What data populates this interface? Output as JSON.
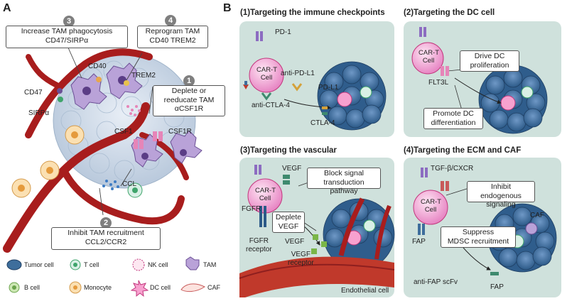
{
  "panel_a": {
    "letter": "A",
    "step1": {
      "num": "1",
      "line1": "Deplete or",
      "line2": "reeducate TAM",
      "line3": "αCSF1R"
    },
    "step2": {
      "num": "2",
      "line1": "Inhibit TAM recruitment",
      "line2": "CCL2/CCR2"
    },
    "step3": {
      "num": "3",
      "line1": "Increase TAM phagocytosis",
      "line2": "CD47/SIRPα"
    },
    "step4": {
      "num": "4",
      "line1": "Reprogram TAM",
      "line2": "CD40   TREM2"
    },
    "labels": {
      "cd40": "CD40",
      "trem2": "TREM2",
      "cd47": "CD47",
      "sirpa": "SIRPα",
      "csf1": "CSF1",
      "csf1r": "CSF1R",
      "ccl": "CCL"
    }
  },
  "legend": [
    {
      "label": "Tumor cell",
      "icon": "tumor-cell-icon"
    },
    {
      "label": "T cell",
      "icon": "t-cell-icon"
    },
    {
      "label": "NK cell",
      "icon": "nk-cell-icon"
    },
    {
      "label": "TAM",
      "icon": "tam-icon"
    },
    {
      "label": "B cell",
      "icon": "b-cell-icon"
    },
    {
      "label": "Monocyte",
      "icon": "monocyte-icon"
    },
    {
      "label": "DC cell",
      "icon": "dc-cell-icon"
    },
    {
      "label": "CAF",
      "icon": "caf-icon"
    }
  ],
  "panel_b": {
    "letter": "B",
    "p1": {
      "title": "(1)Targeting the immune checkpoints",
      "cart": [
        "CAR-T",
        "Cell"
      ],
      "pd1": "PD-1",
      "anti_pdl1": "anti-PD-L1",
      "pdl1": "PD-L1",
      "anti_ctla4": "anti-CTLA-4",
      "ctla4": "CTLA-4"
    },
    "p2": {
      "title": "(2)Targeting the DC cell",
      "cart": [
        "CAR-T",
        "Cell"
      ],
      "flt3l": "FLT3L",
      "box1": [
        "Drive DC",
        "proliferation"
      ],
      "box2": [
        "Promote DC",
        "differentiation"
      ]
    },
    "p3": {
      "title": "(3)Targeting the vascular",
      "cart": [
        "CAR-T",
        "Cell"
      ],
      "vegf_top": "VEGF",
      "fgfr": "FGFR",
      "box_block": [
        "Block signal",
        "transduction pathway"
      ],
      "box_deplete": [
        "Deplete",
        "VEGF"
      ],
      "vegf_mid": "VEGF",
      "vegf_receptor": [
        "VEGF",
        "receptor"
      ],
      "fgfr_receptor": [
        "FGFR",
        "receptor"
      ],
      "endothelial": "Endothelial cell"
    },
    "p4": {
      "title": "(4)Targeting the ECM and CAF",
      "cart": [
        "CAR-T",
        "Cell"
      ],
      "tgf": "TGF-β/CXCR",
      "box_inhibit": [
        "Inhibit endogenous",
        "signaling"
      ],
      "caf": "CAF",
      "box_suppress": [
        "Suppress",
        "MDSC recruitment"
      ],
      "fap": "FAP",
      "anti_fap": "anti-FAP scFv",
      "fap2": "FAP"
    }
  },
  "colors": {
    "panel_bg": "#cfe1dc",
    "tumor": "#3e6e9c",
    "vessel": "#a81d1d",
    "tam": "#8a6bb0",
    "cart": "#f2a7d4"
  }
}
